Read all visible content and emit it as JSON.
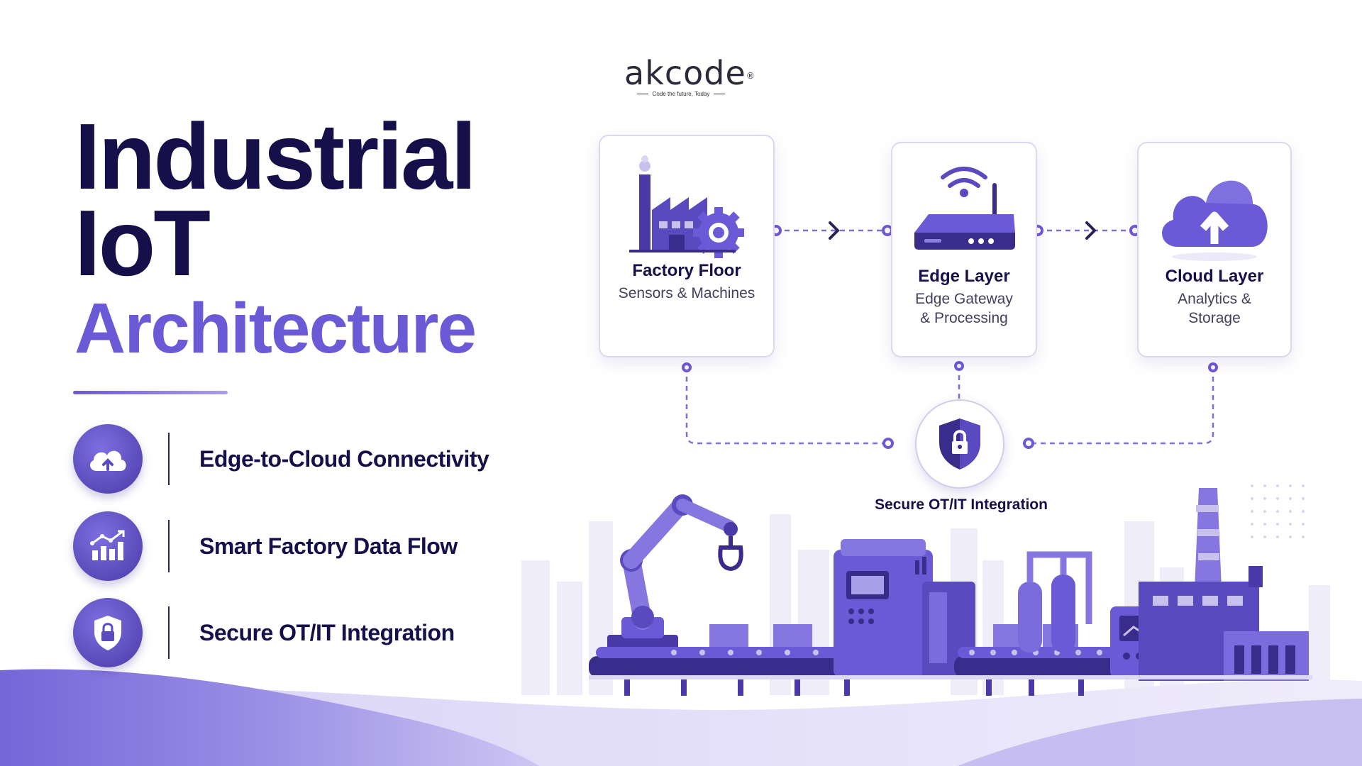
{
  "logo": {
    "wordmark": "akcode",
    "registered": "®",
    "tagline": "Code the future, Today"
  },
  "title": {
    "line1": "Industrial",
    "line2": "IoT",
    "line3": "Architecture"
  },
  "features": [
    {
      "label": "Edge-to-Cloud Connectivity",
      "icon": "cloud-upload-icon"
    },
    {
      "label": "Smart Factory Data Flow",
      "icon": "growth-chart-icon"
    },
    {
      "label": "Secure OT/IT Integration",
      "icon": "shield-lock-icon"
    }
  ],
  "layers": [
    {
      "title": "Factory Floor",
      "subtitle_line1": "Sensors & Machines",
      "subtitle_line2": "",
      "icon": "factory-gear-icon"
    },
    {
      "title": "Edge Layer",
      "subtitle_line1": "Edge Gateway",
      "subtitle_line2": "& Processing",
      "icon": "router-wifi-icon"
    },
    {
      "title": "Cloud Layer",
      "subtitle_line1": "Analytics &",
      "subtitle_line2": "Storage",
      "icon": "cloud-upload-icon"
    }
  ],
  "security_node": {
    "label": "Secure OT/IT Integration",
    "icon": "shield-lock-icon"
  },
  "colors": {
    "navy": "#16104a",
    "accent": "#6b5ad6",
    "accent_dark": "#4a3aa8",
    "accent_light": "#cfc8f2"
  }
}
